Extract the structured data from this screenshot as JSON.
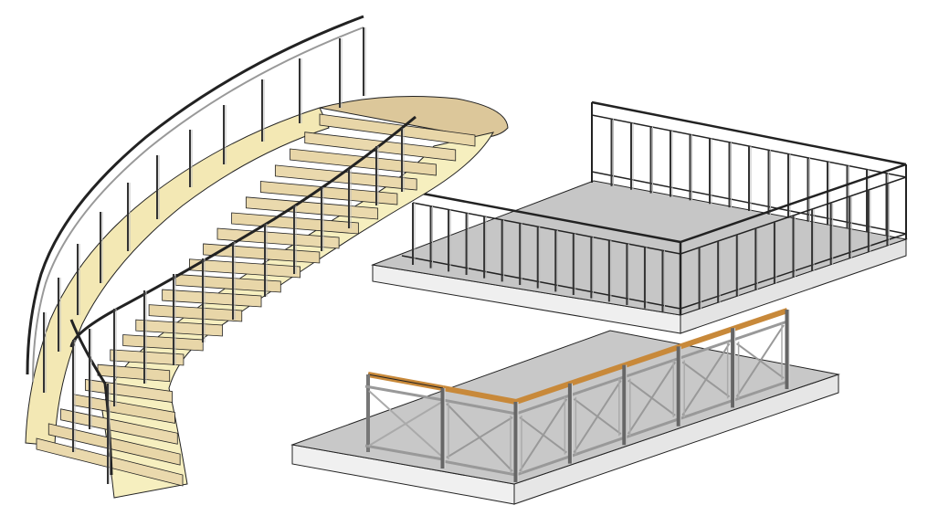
{
  "scene": {
    "description_visible_text": "",
    "colors": {
      "background": "#ffffff",
      "tread_top": "#e8d6a8",
      "stringer": "#f6efbf",
      "stringer_shade": "#efe4a8",
      "landing_top": "#dcc79a",
      "slab_top": "#c8c8c8",
      "slab_side": "#eeeeee",
      "rail_metal": "#b9b9b9",
      "rail_dark": "#3a3a3a",
      "wood_rail": "#c8893a",
      "outline": "#222222"
    },
    "objects": [
      {
        "id": "curved-stair",
        "kind": "curved staircase with railings"
      },
      {
        "id": "upper-platform",
        "kind": "slab with vertical-bar balustrade"
      },
      {
        "id": "lower-platform",
        "kind": "slab with cross-braced panel railing and wood handrail"
      }
    ]
  }
}
